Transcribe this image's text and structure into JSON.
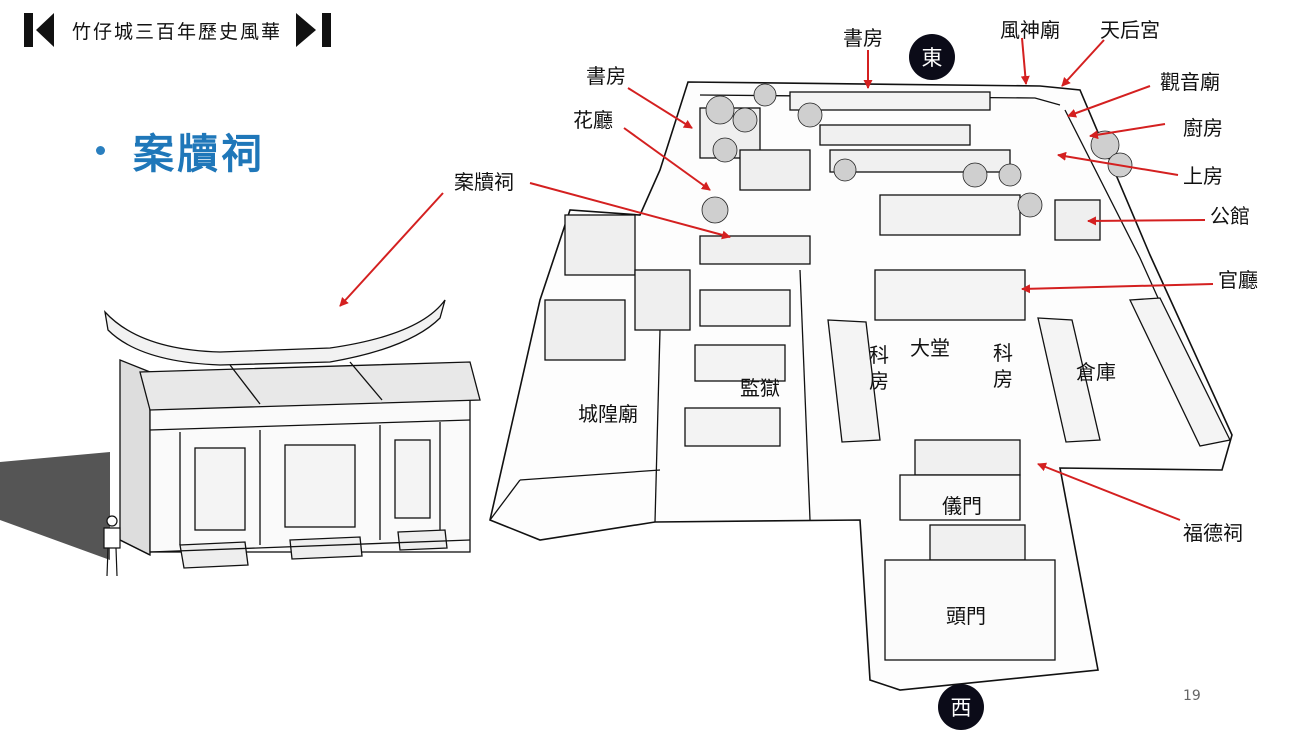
{
  "header": {
    "title": "竹仔城三百年歷史風華"
  },
  "bullet": {
    "text": "案牘祠"
  },
  "labels": {
    "shufang_top": "書房",
    "fengshen": "風神廟",
    "tianhou": "天后宮",
    "guanyin": "觀音廟",
    "chufang": "廚房",
    "shangfang": "上房",
    "gongguan": "公館",
    "guanting": "官廳",
    "shufang_left": "書房",
    "huating": "花廳",
    "andu": "案牘祠",
    "fudeci": "福德祠",
    "chenghuang": "城隍廟",
    "jianyu": "監獄",
    "datang": "大堂",
    "kefang": "科房",
    "cangku": "倉庫",
    "yimen": "儀門",
    "toumen": "頭門"
  },
  "compass": {
    "east": "東",
    "west": "西"
  },
  "page_number": "19",
  "colors": {
    "accent": "#1f77b9",
    "arrow": "#d42020",
    "compass_bg": "#0b0b18"
  }
}
